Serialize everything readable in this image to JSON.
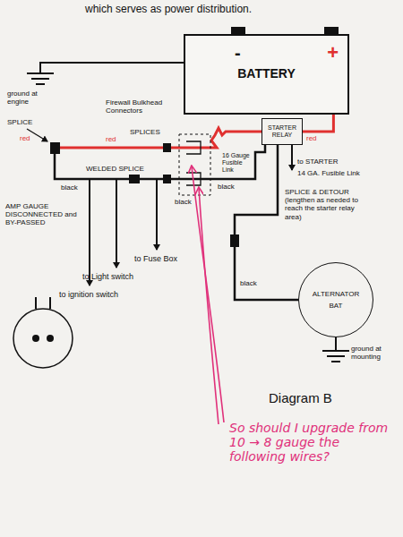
{
  "diagram": {
    "nodes": [
      {
        "text": [
          "BATTERY",
          "-",
          "+"
        ]
      },
      {
        "text": [
          "STARTER RELAY"
        ]
      },
      {
        "text": [
          "ALTERNATOR",
          "BAT"
        ]
      }
    ],
    "edges": [
      {
        "from": 0,
        "to": 1,
        "arrow": "none"
      },
      {
        "from": 2,
        "to": 1,
        "arrow": "none"
      }
    ],
    "labels": [
      "which serves as power distribution.",
      "ground at engine",
      "16 Gauge Fusible Link",
      "Firewall Bulkhead Connectors",
      "SPLICES",
      "red",
      "red",
      "black",
      "black",
      "to STARTER",
      "14 GA. Fusible Link",
      "SPLICE",
      "red",
      "black",
      "AMP GAUGE DISCONNECTED and BY-PASSED",
      "WELDED SPLICE",
      "to Fuse Box",
      "to Light switch",
      "to ignition switch",
      "SPLICE & DETOUR (lengthen as needed to reach the starter relay area)",
      "black",
      "ground at mounting",
      "Diagram B",
      "So should I upgrade from 10 → 8 gauge the following wires?"
    ]
  }
}
